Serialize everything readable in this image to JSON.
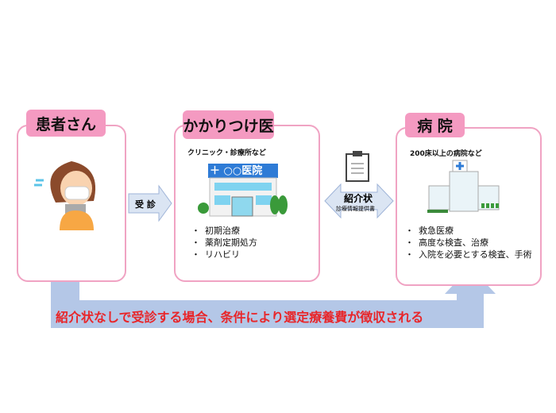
{
  "patient": {
    "title": "患者さん"
  },
  "clinic": {
    "title": "かかりつけ医",
    "subtitle": "クリニック・診療所など",
    "sign": "＋ ○○医院",
    "items": [
      "初期治療",
      "薬剤定期処方",
      "リハビリ"
    ]
  },
  "hospital": {
    "title": "病 院",
    "subtitle": "200床以上の病院など",
    "items": [
      "救急医療",
      "高度な検査、治療",
      "入院を必要とする検査、手術"
    ]
  },
  "arrow_visit": {
    "label": "受 診"
  },
  "arrow_referral": {
    "label": "紹介状",
    "sublabel": "診療情報提供書"
  },
  "bottom_note": {
    "text": "紹介状なしで受診する場合、条件により選定療養費が徴収される"
  },
  "colors": {
    "pink_border": "#f0a3c3",
    "pink_tab": "#f49ac1",
    "arrow": "#b4c7e7",
    "note_text": "#e8262a"
  }
}
